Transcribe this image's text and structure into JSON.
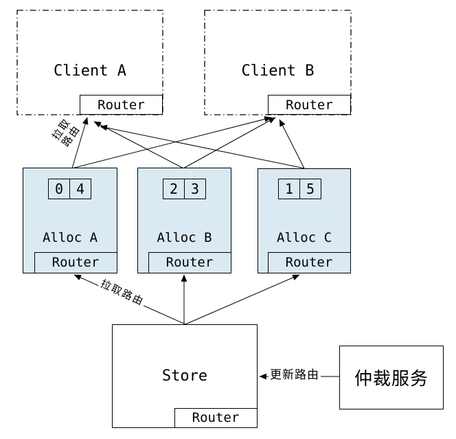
{
  "diagram": {
    "clients": [
      {
        "name": "Client A",
        "router_label": "Router"
      },
      {
        "name": "Client B",
        "router_label": "Router"
      }
    ],
    "allocs": [
      {
        "name": "Alloc A",
        "slots": [
          "0",
          "4"
        ],
        "router_label": "Router"
      },
      {
        "name": "Alloc B",
        "slots": [
          "2",
          "3"
        ],
        "router_label": "Router"
      },
      {
        "name": "Alloc C",
        "slots": [
          "1",
          "5"
        ],
        "router_label": "Router"
      }
    ],
    "store": {
      "name": "Store",
      "router_label": "Router"
    },
    "arbiter": {
      "name": "仲裁服务"
    },
    "edge_labels": {
      "client_pull_line1": "拉取",
      "client_pull_line2": "路由",
      "store_pull": "拉取路由",
      "update_routes": "更新路由"
    },
    "colors": {
      "alloc_fill": "#dbe9f2",
      "stroke": "#000000",
      "background": "#ffffff"
    }
  }
}
